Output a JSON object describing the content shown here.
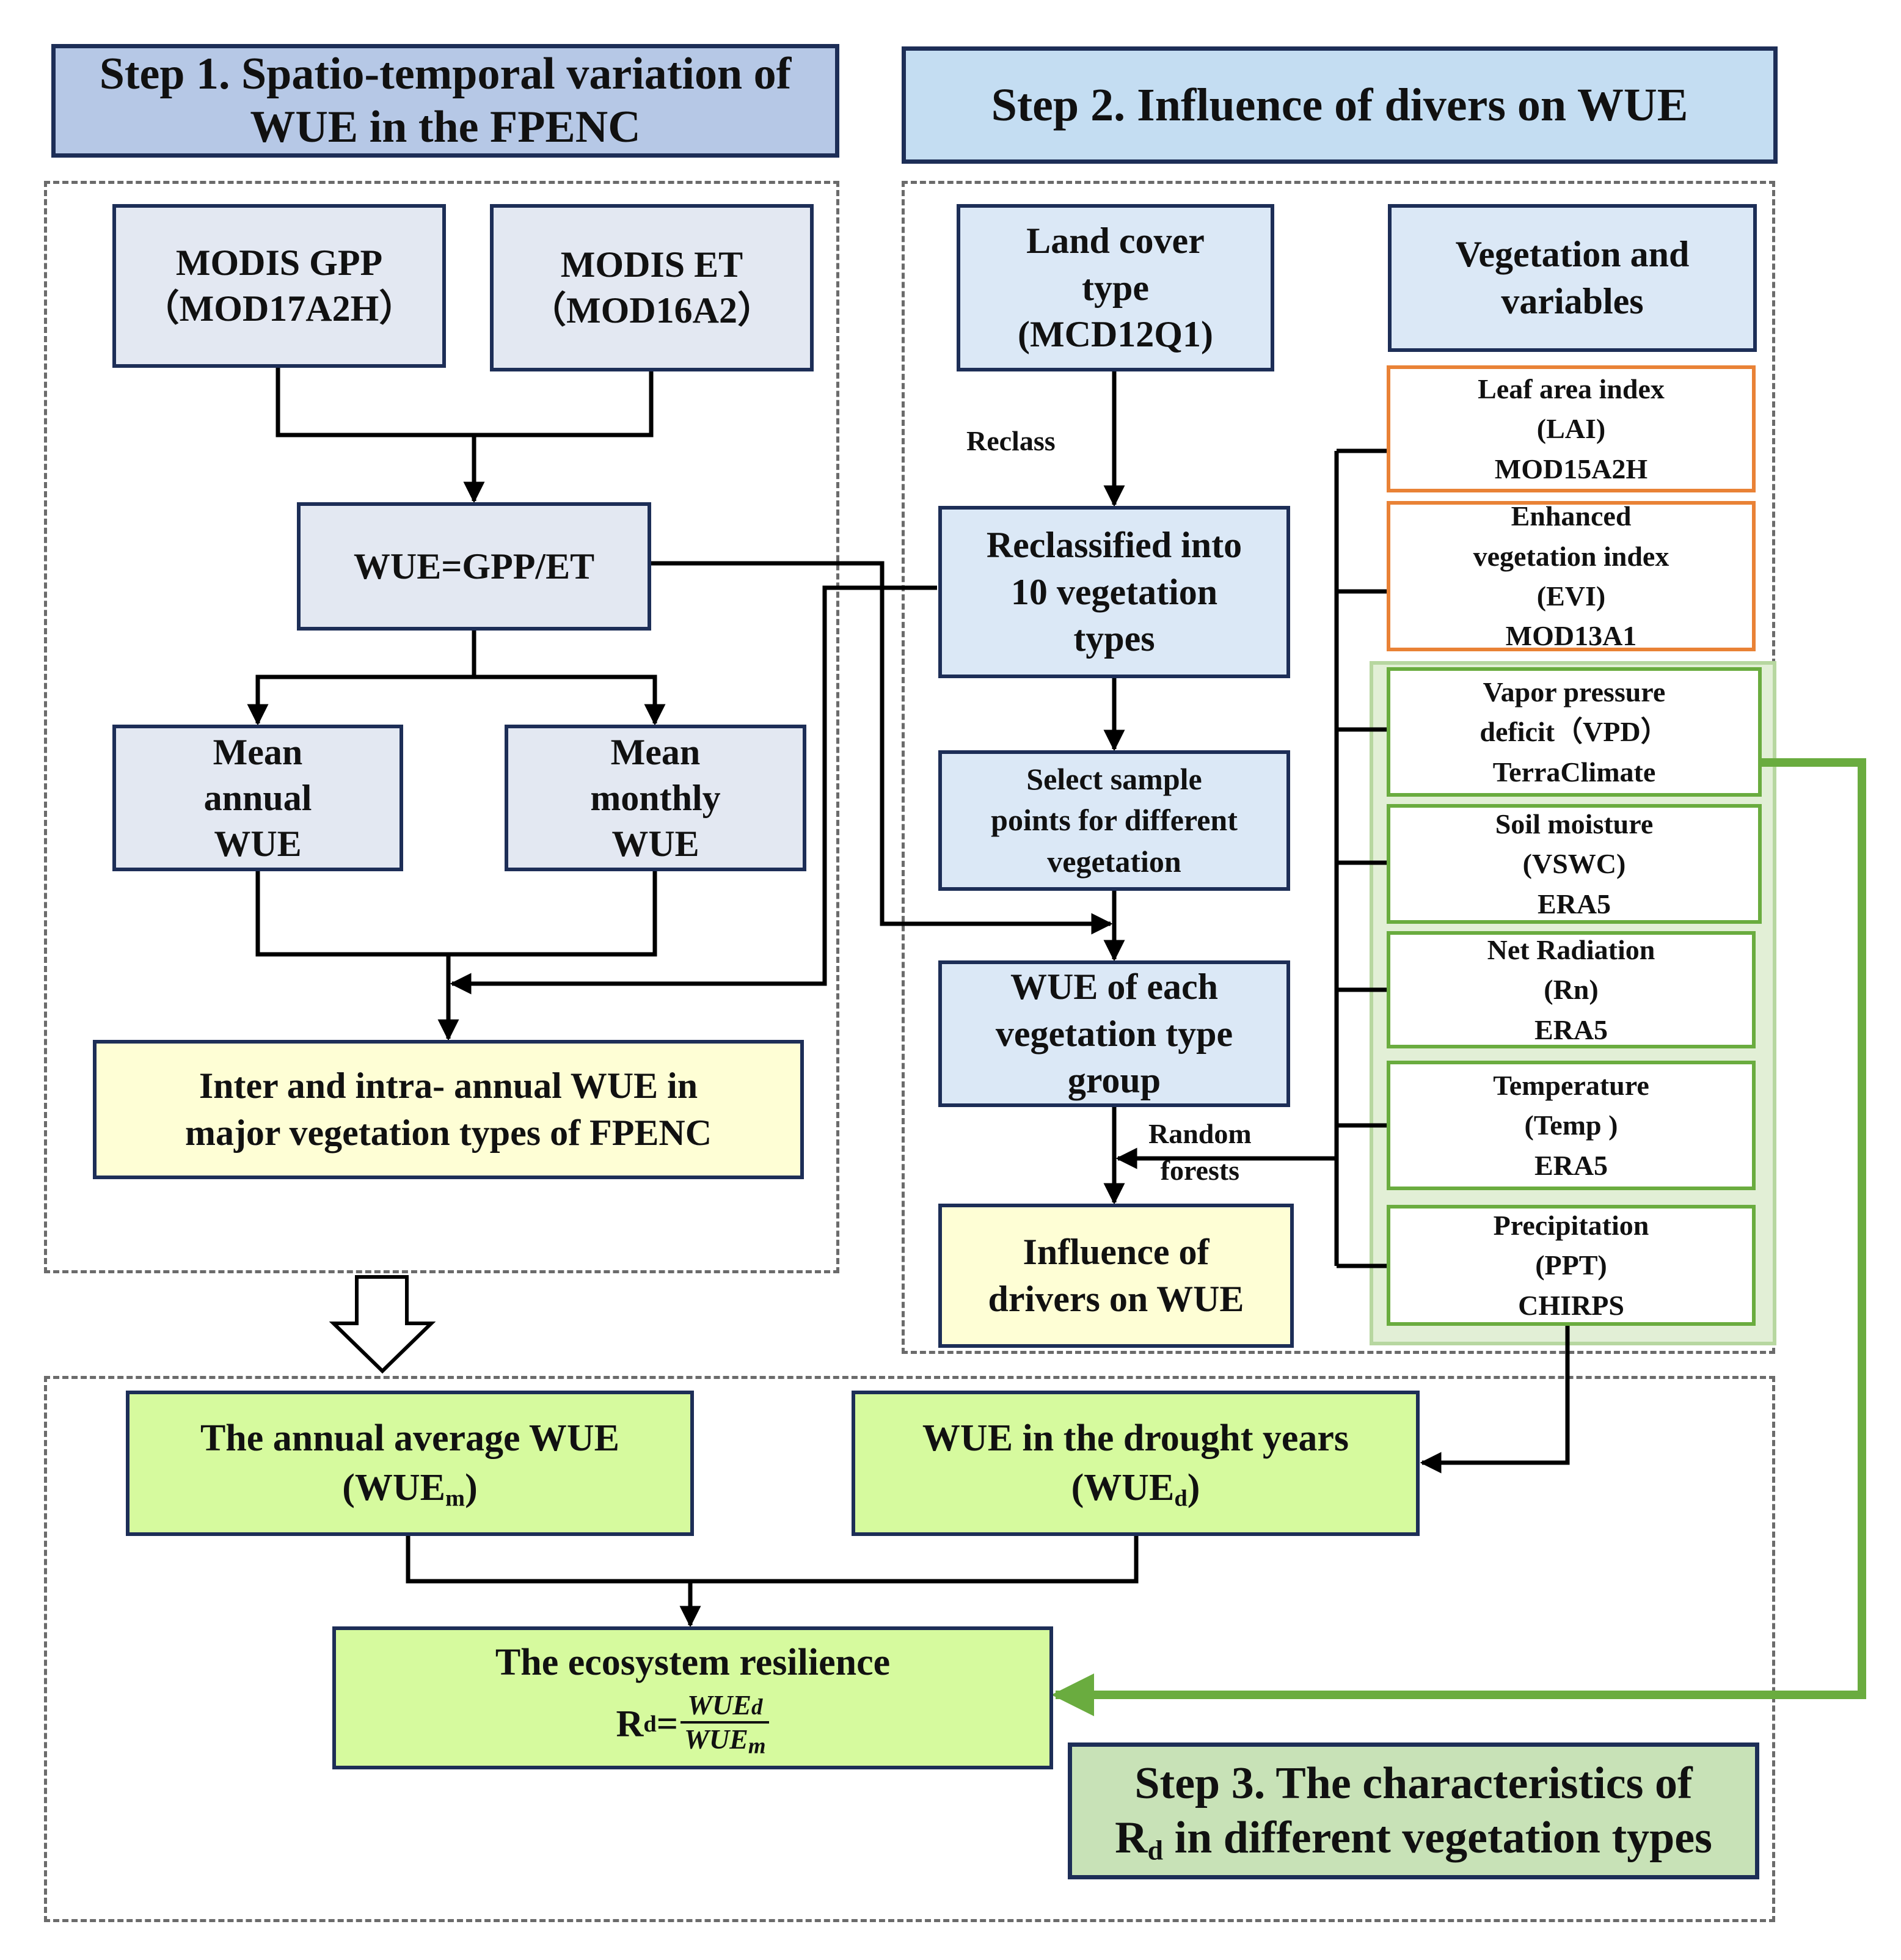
{
  "step1": {
    "header_lines": [
      "Step 1. Spatio-temporal variation of",
      "WUE in the FPENC"
    ]
  },
  "step2": {
    "header": "Step 2. Influence of divers on WUE"
  },
  "step3": {
    "header_line1": "Step 3. The characteristics of",
    "header_line2_r": "R",
    "header_line2_sub": "d",
    "header_line2_rest": " in different vegetation types"
  },
  "modis_gpp": {
    "lines": [
      "MODIS GPP",
      "（MOD17A2H）"
    ]
  },
  "modis_et": {
    "lines": [
      "MODIS ET",
      "（MOD16A2）"
    ]
  },
  "wue_formula_box": {
    "label": "WUE=GPP/ET"
  },
  "mean_annual": {
    "lines": [
      "Mean",
      "annual",
      "WUE"
    ]
  },
  "mean_monthly": {
    "lines": [
      "Mean",
      "monthly",
      "WUE"
    ]
  },
  "inter_intra": {
    "lines": [
      "Inter and intra- annual WUE in",
      "major vegetation  types of FPENC"
    ]
  },
  "land_cover": {
    "lines": [
      "Land cover",
      "type",
      "(MCD12Q1)"
    ]
  },
  "reclass_label": "Reclass",
  "reclassified": {
    "lines": [
      "Reclassified into",
      "10 vegetation",
      "types"
    ]
  },
  "select_sample": {
    "lines": [
      "Select sample",
      "points for different",
      "vegetation"
    ]
  },
  "wue_each": {
    "lines": [
      "WUE of each",
      "vegetation type",
      "group"
    ]
  },
  "random_forests": {
    "lines": [
      "Random",
      "forests"
    ]
  },
  "influence": {
    "lines": [
      "Influence of",
      "drivers on WUE"
    ]
  },
  "veg_vars": {
    "lines": [
      "Vegetation and",
      "variables"
    ]
  },
  "variables": {
    "lai": [
      "Leaf area index",
      "(LAI)",
      "MOD15A2H"
    ],
    "evi": [
      "Enhanced",
      "vegetation index",
      "(EVI)",
      "MOD13A1"
    ],
    "vpd": [
      "Vapor pressure",
      "deficit（VPD）",
      "TerraClimate"
    ],
    "sm": [
      "Soil moisture",
      "(VSWC)",
      "ERA5"
    ],
    "rn": [
      "Net Radiation",
      "(Rn)",
      "ERA5"
    ],
    "temp": [
      "Temperature",
      "(Temp )",
      "ERA5"
    ],
    "ppt": [
      "Precipitation",
      "(PPT)",
      "CHIRPS"
    ]
  },
  "annual_avg": {
    "line1": "The annual average WUE",
    "paren_open": "(WUE",
    "sub": "m",
    "paren_close": ")"
  },
  "drought": {
    "line1": "WUE in the drought years",
    "paren_open": "(WUE",
    "sub": "d",
    "paren_close": ")"
  },
  "resilience": {
    "line1": "The ecosystem resilience",
    "r": "R",
    "r_sub": "d",
    "eq": "=",
    "num": "WUE",
    "num_sub": "d",
    "den": "WUE",
    "den_sub": "m"
  },
  "colors": {
    "navy_border": "#1d2e57",
    "orange_border": "#e98236",
    "green_border": "#6aac3f",
    "green_arrow": "#6aac3f",
    "lime_fill": "#d6fa9e",
    "yellow_fill": "#fefed5"
  }
}
